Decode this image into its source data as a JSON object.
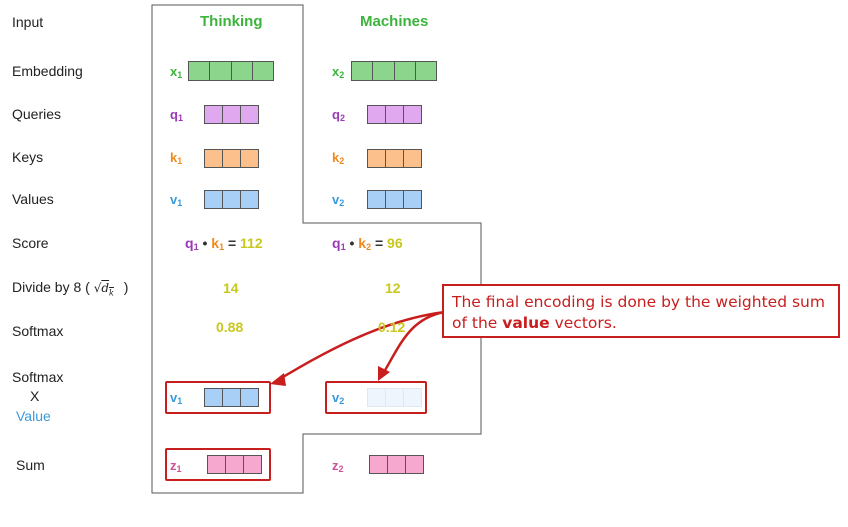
{
  "rows": {
    "input": "Input",
    "embedding": "Embedding",
    "queries": "Queries",
    "keys": "Keys",
    "values": "Values",
    "score": "Score",
    "divide": "Divide by 8 (",
    "divide_close": ")",
    "softmax": "Softmax",
    "softmax_value_1": "Softmax",
    "softmax_value_2": "X",
    "softmax_value_3": "Value",
    "sum": "Sum"
  },
  "words": [
    "Thinking",
    "Machines"
  ],
  "symbols": {
    "x": "x",
    "q": "q",
    "k": "k",
    "v": "v",
    "z": "z",
    "sub1": "1",
    "sub2": "2"
  },
  "scores": {
    "s1": "112",
    "s2": "96",
    "dot": "•",
    "eq": "="
  },
  "divided": [
    "14",
    "12"
  ],
  "softmax": [
    "0.88",
    "0.12"
  ],
  "callout": {
    "before": "The final encoding is done by the weighted sum of the ",
    "bold": "value",
    "after": " vectors."
  },
  "colors": {
    "word": "#3cb43c",
    "embedding": "#8cd58c",
    "query": "#e0a8ee",
    "key": "#fcc08c",
    "value": "#a8cff5",
    "value_faded": "#eef5fd",
    "sum": "#f7a8cf",
    "x_label": "#3cb43c",
    "q_label": "#9b3ab5",
    "k_label": "#f08a1e",
    "v_label": "#3a9ad9",
    "z_label": "#d0509a",
    "number": "#c8c81e",
    "highlight": "#c81e1e"
  }
}
